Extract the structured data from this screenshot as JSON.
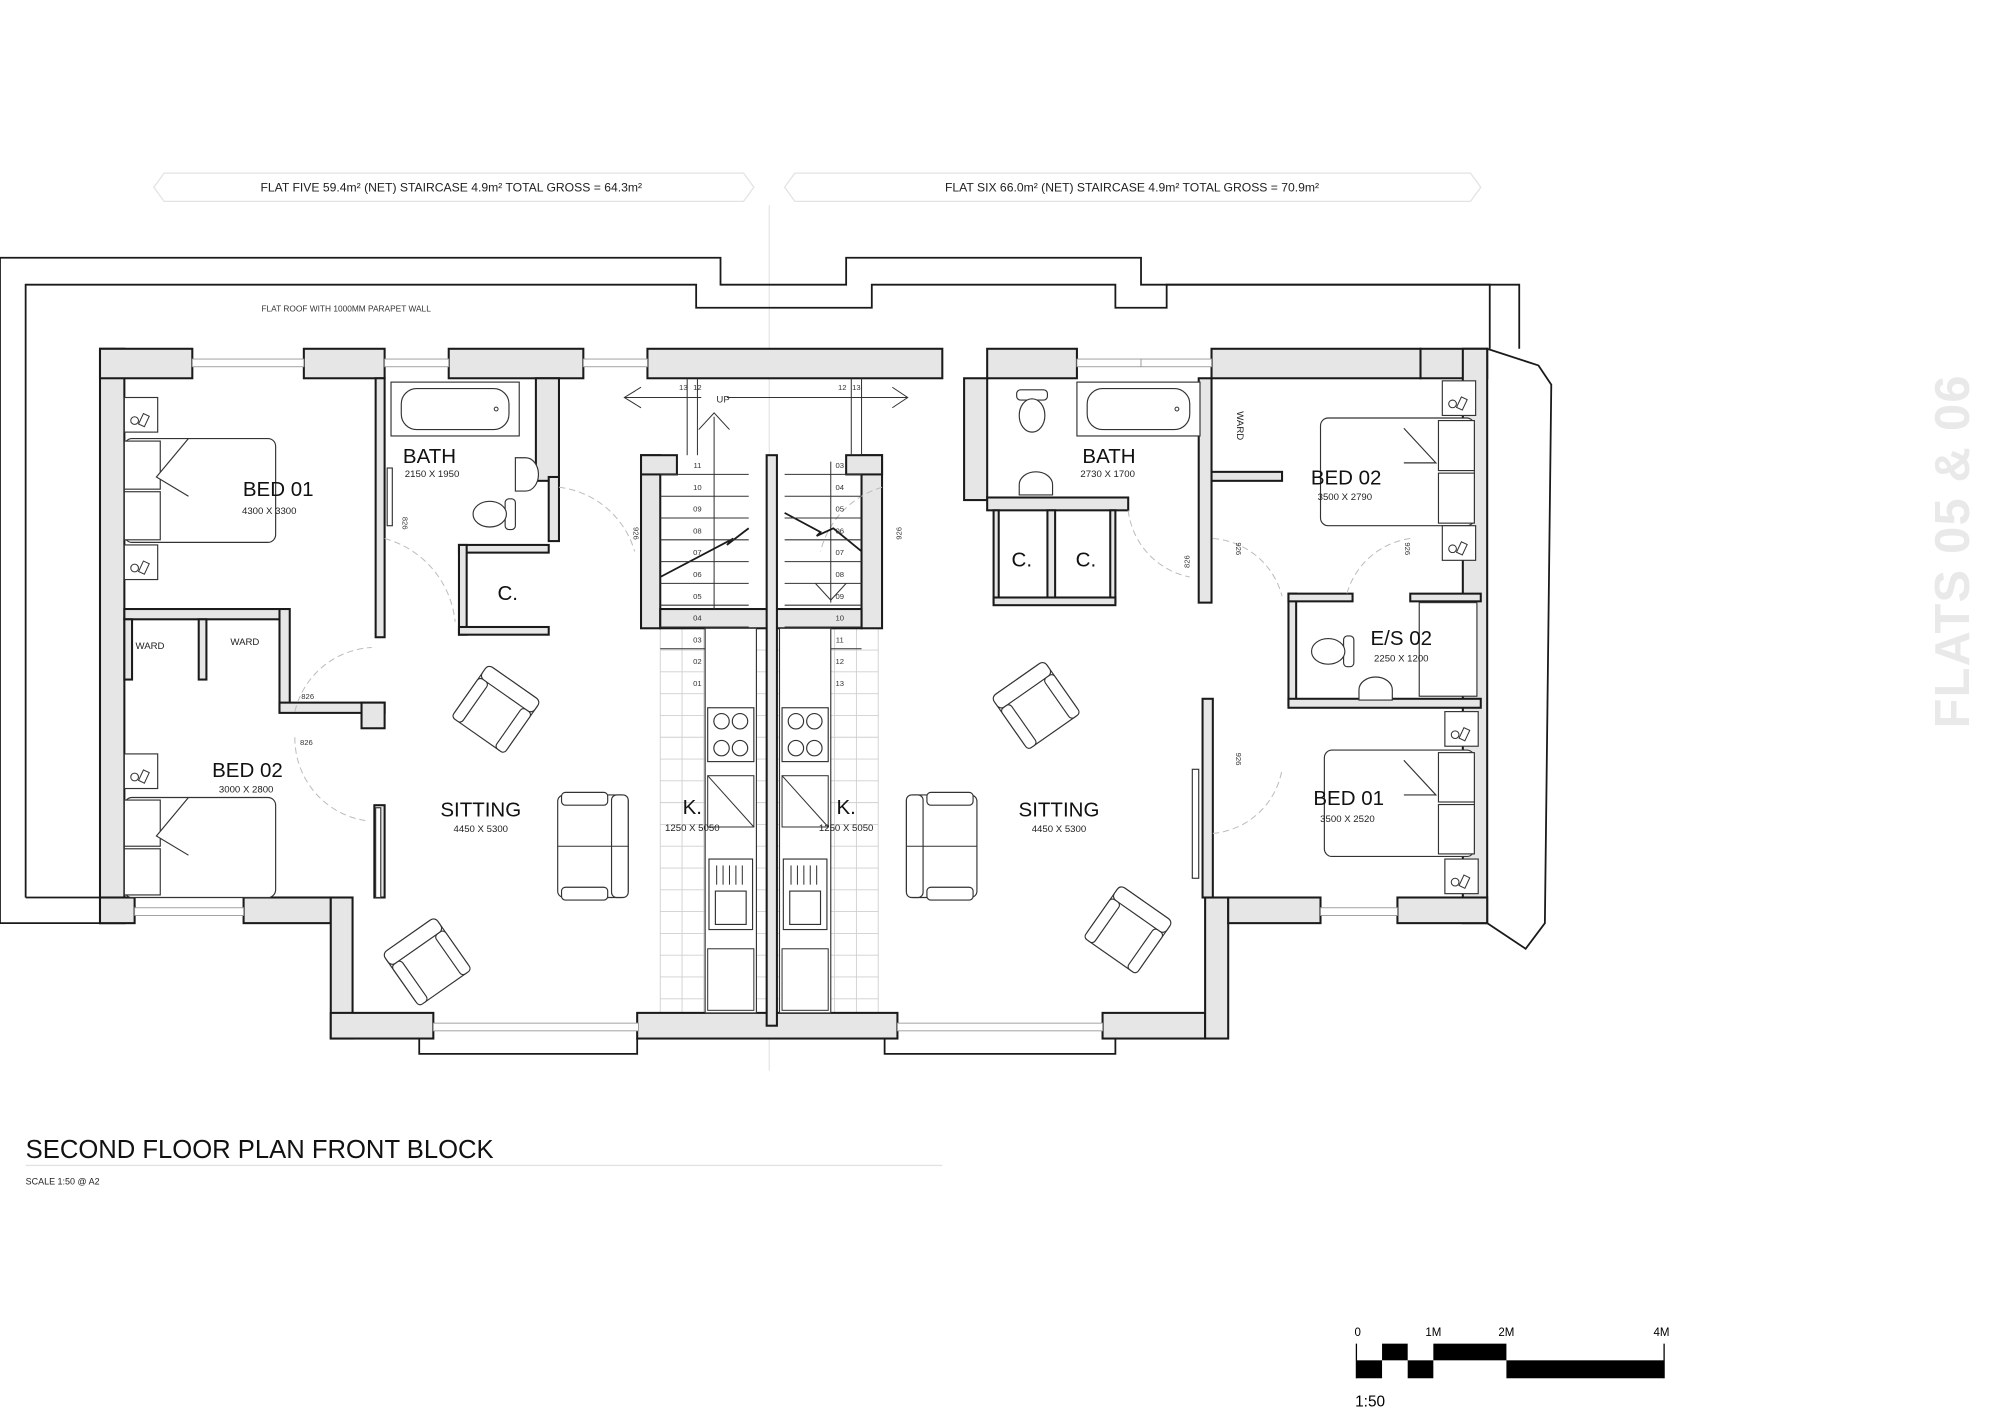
{
  "headers": {
    "flat_five": "FLAT FIVE 59.4m² (NET) STAIRCASE 4.9m² TOTAL GROSS = 64.3m²",
    "flat_six": "FLAT SIX 66.0m² (NET) STAIRCASE 4.9m² TOTAL GROSS = 70.9m²"
  },
  "roof_note": "FLAT ROOF WITH 1000MM PARAPET WALL",
  "side_title": "FLATS 05 & 06",
  "rooms": [
    {
      "name": "BED 01",
      "dims": "4300 X 3300"
    },
    {
      "name": "BATH",
      "dims": "2150 X 1950"
    },
    {
      "name": "C."
    },
    {
      "name": "WARD"
    },
    {
      "name": "WARD"
    },
    {
      "name": "BED 02",
      "dims": "3000 X 2800"
    },
    {
      "name": "SITTING",
      "dims": "4450 X 5300"
    },
    {
      "name": "K.",
      "dims": "1250 X 5050"
    },
    {
      "name": "K.",
      "dims": "1250 X 5050"
    },
    {
      "name": "SITTING",
      "dims": "4450 X 5300"
    },
    {
      "name": "BATH",
      "dims": "2730 X 1700"
    },
    {
      "name": "C."
    },
    {
      "name": "C."
    },
    {
      "name": "WARD"
    },
    {
      "name": "BED 02",
      "dims": "3500 X 2790"
    },
    {
      "name": "E/S 02",
      "dims": "2250 X 1200"
    },
    {
      "name": "BED 01",
      "dims": "3500 X 2520"
    }
  ],
  "door_widths": [
    "826",
    "826",
    "826",
    "926",
    "926",
    "826",
    "926",
    "926",
    "926"
  ],
  "stairs": {
    "up_label": "UP",
    "left_treads": [
      "11",
      "10",
      "09",
      "08",
      "07",
      "06",
      "05",
      "04",
      "03",
      "02",
      "01"
    ],
    "right_treads": [
      "03",
      "04",
      "05",
      "06",
      "07",
      "08",
      "09",
      "10",
      "11",
      "12",
      "13"
    ],
    "top_left": [
      "13",
      "12"
    ],
    "top_right": [
      "12",
      "13"
    ]
  },
  "title": {
    "main": "SECOND FLOOR PLAN FRONT BLOCK",
    "scale": "SCALE 1:50 @ A2"
  },
  "scale_bar": {
    "labels": [
      "0",
      "1M",
      "2M",
      "4M"
    ],
    "ratio": "1:50"
  }
}
